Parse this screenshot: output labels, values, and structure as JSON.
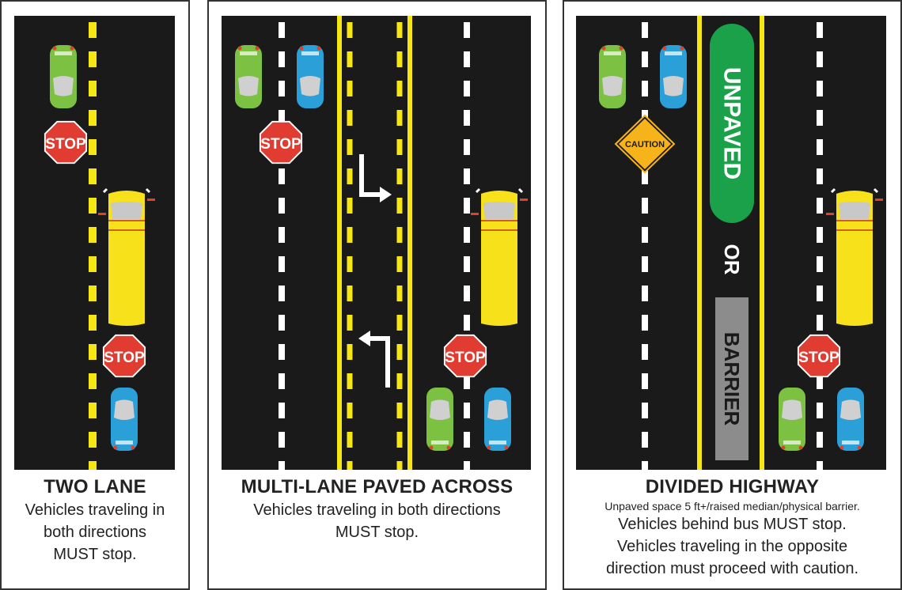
{
  "panels": [
    {
      "title": "TWO LANE",
      "lines": [
        "Vehicles traveling in",
        "both directions",
        "MUST stop."
      ]
    },
    {
      "title": "MULTI-LANE PAVED ACROSS",
      "lines": [
        "Vehicles traveling in both directions",
        "MUST stop."
      ]
    },
    {
      "title": "DIVIDED HIGHWAY",
      "note": "Unpaved space 5 ft+/raised median/physical barrier.",
      "lines": [
        "Vehicles behind bus MUST stop.",
        "Vehicles traveling in the opposite",
        "direction must proceed with caution."
      ]
    }
  ],
  "signs": {
    "stop": "STOP",
    "caution": "CAUTION",
    "unpaved": "UNPAVED",
    "or": "OR",
    "barrier": "BARRIER"
  },
  "colors": {
    "road": "#1a1a1a",
    "yellow_line": "#f5e614",
    "stop_red": "#e03c31",
    "unpaved_green": "#1aa14a",
    "barrier_gray": "#8c8c8c",
    "bus_yellow": "#f7e11b",
    "car_green": "#7cc142",
    "car_blue": "#2a9fd8",
    "caution_orange": "#f6b41a"
  }
}
